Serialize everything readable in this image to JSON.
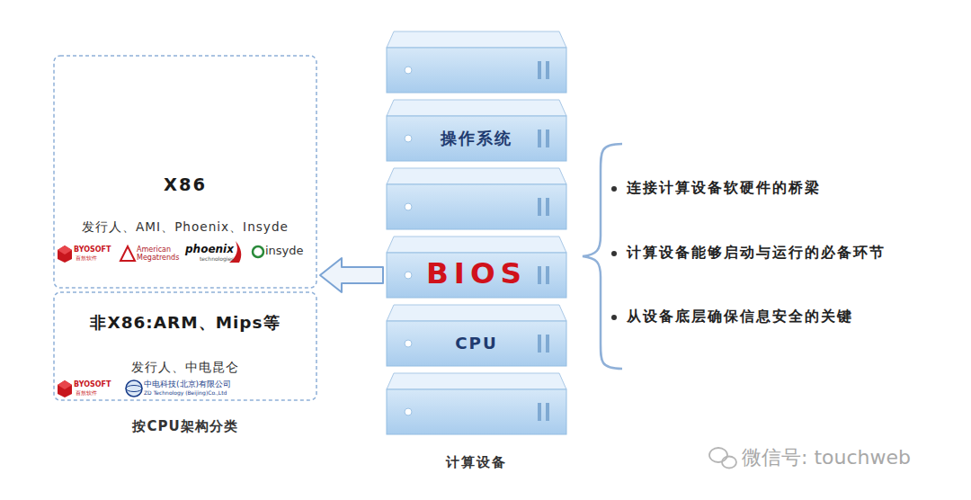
{
  "diagram": {
    "nodes": [
      {
        "text": [
          "X86",
          "发行人、AMI、Phoenix、Insyde"
        ]
      },
      {
        "text": [
          "非X86:ARM、Mips等",
          "发行人、中电昆仑"
        ]
      },
      {
        "text": [
          "操作系统"
        ]
      },
      {
        "text": [
          "BIOS"
        ]
      },
      {
        "text": [
          "CPU"
        ]
      }
    ],
    "edges": [
      {
        "from": 3,
        "to": 0,
        "arrow": "to"
      }
    ],
    "labels": [
      "BYOSOFT",
      "百敖软件",
      "American",
      "Megatrends",
      "phoenix",
      "technologies",
      "insyde",
      "BYOSOFT",
      "百敖软件",
      "中电科技(北京)有限公司",
      "ZD Technology (Beijing)Co.,Ltd",
      "按CPU架构分类",
      "计算设备",
      "连接计算设备软硬件的桥梁",
      "计算设备能够启动与运行的必备环节",
      "从设备底层确保信息安全的关键",
      "微信号: touchweb"
    ]
  }
}
